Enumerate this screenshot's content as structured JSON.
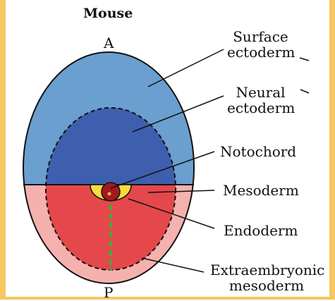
{
  "title": "Mouse",
  "axis": {
    "anterior": "A",
    "posterior": "P"
  },
  "labels": {
    "surface_ectoderm": [
      "Surface",
      "ectoderm"
    ],
    "neural_ectoderm": [
      "Neural",
      "ectoderm"
    ],
    "notochord": "Notochord",
    "mesoderm": "Mesoderm",
    "endoderm": "Endoderm",
    "extraembryonic_mesoderm": [
      "Extraembryonic",
      "mesoderm"
    ]
  },
  "colors": {
    "surface_ectoderm": "#6a9fcf",
    "neural_ectoderm": "#3e5fae",
    "mesoderm": "#e4484b",
    "extraembryonic_mesoderm": "#f5b1ae",
    "endoderm": "#f7dc3f",
    "notochord": "#a31a1e",
    "midline": "#44a83c",
    "frame": "#f6c662"
  }
}
